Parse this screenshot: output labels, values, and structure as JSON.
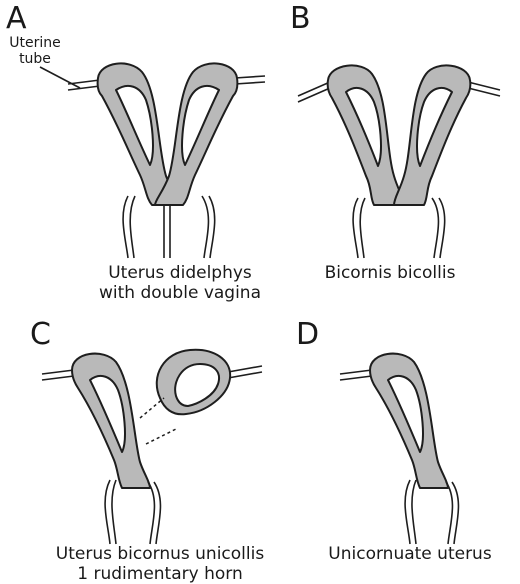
{
  "panels": [
    {
      "letter": "A",
      "caption_line1": "Uterus didelphys",
      "caption_line2": "with double vagina"
    },
    {
      "letter": "B",
      "caption_line1": "Bicornis bicollis",
      "caption_line2": ""
    },
    {
      "letter": "C",
      "caption_line1": "Uterus bicornus unicollis",
      "caption_line2": "1 rudimentary horn"
    },
    {
      "letter": "D",
      "caption_line1": "Unicornuate uterus",
      "caption_line2": ""
    }
  ],
  "labels": {
    "uterine_tube_line1": "Uterine",
    "uterine_tube_line2": "tube"
  }
}
